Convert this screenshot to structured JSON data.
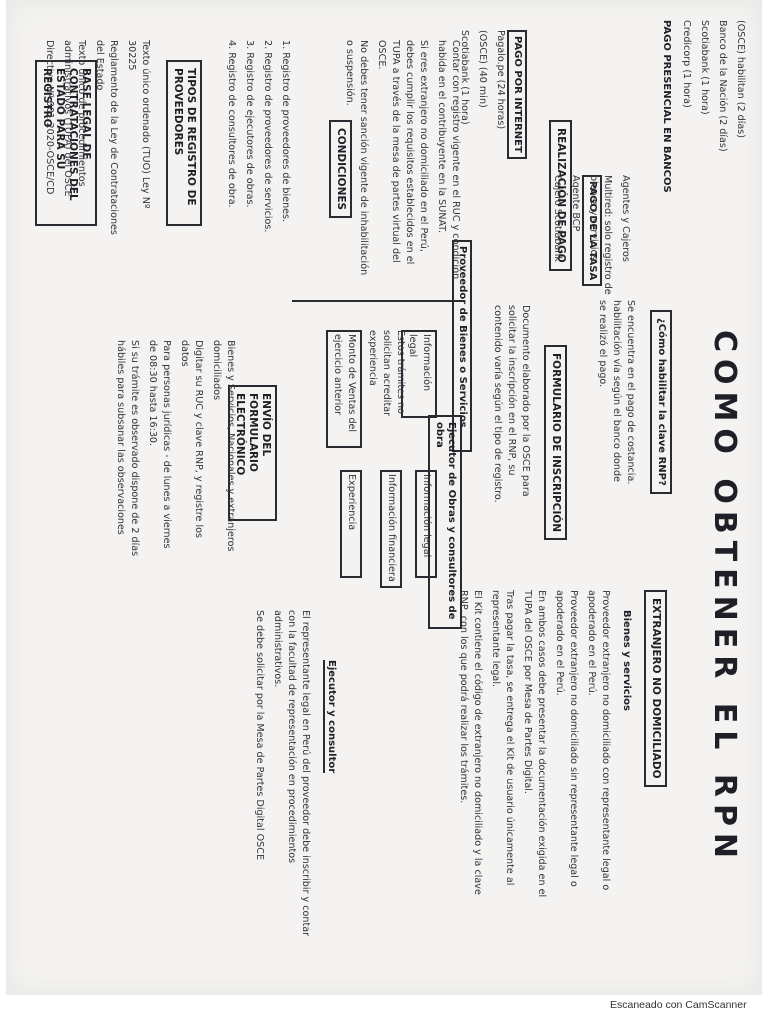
{
  "title": "COMO OBTENER EL RPN",
  "clave": {
    "header": "¿Cómo habilitar la clave RNP?",
    "text": "Se encuentra en el pago de costancia. habilitación vía según el banco donde se realizó el pago."
  },
  "formulario": {
    "header": "FORMULARIO DE INSCRIPCIÓN",
    "text": "Documento elaborado por la OSCE para solicitar la inscripción en el RNP, su contenido varía según el tipo de registro."
  },
  "proveedor": {
    "label": "Proveedor de Bienes o Servicios",
    "items": [
      "Información legal",
      "Estos trámites no solicitan acreditar experiencia",
      "Monto de Ventas del ejercicio anterior"
    ]
  },
  "ejecutor": {
    "label": "Ejecutor de Obras y consultores de obra",
    "items": [
      "Información legal",
      "Información financiera",
      "Experiencia"
    ]
  },
  "envio": {
    "header": "ENVÍO DEL FORMULARIO ELECTRÓNICO",
    "items": [
      "Bienes y Servicios, Nacionales y extranjeros domiciliados",
      "Digitar su RUC y clave RNP, y registre los datos",
      "Para personas jurídicas - de lunes a viernes de 08:30 hasta 16:30.",
      "Si su trámite es observado dispone de 2 días hábiles para subsanar las observaciones"
    ]
  },
  "marco": {
    "header": "BASE LEGAL DE CONTRATACIONES DEL ESTADO PARA SU REGISTRO",
    "items": [
      "Texto único ordenado (TUO) Ley Nº 30225",
      "Reglamento de la Ley de Contrataciones del Estado",
      "Texto único de procedimientos administrativos (TUPA) del OSCE",
      "Directiva Nº 001-2020-OSCE/CD"
    ]
  },
  "tipos": {
    "header": "TIPOS DE REGISTRO DE PROVEEDORES",
    "items": [
      "1. Registro de proveedores de bienes.",
      "2. Registro de proveedores de servicios.",
      "3. Registro de ejecutores de obras.",
      "4. Registro de consultores de obra."
    ]
  },
  "condiciones": {
    "header": "CONDICIONES",
    "items": [
      "Contar con registro vigente en el RUC y condición habida en el contribuyente en la SUNAT.",
      "Si eres extranjero no domiciliado en el Perú, debes cumplir los requisitos establecidos en el TUPA a través de la mesa de partes virtual del OSCE.",
      "No debes tener sanción vigente de inhabilitación o suspensión."
    ]
  },
  "realizacion": {
    "header": "REALIZACIÓN DE PAGO",
    "pago_por": "PAGO POR INTERNET",
    "items_internet": [
      "Pagalo.pe (24 horas)",
      "(OSCE) (40 min)",
      "Scotiabank (1 hora)"
    ],
    "pago_tasa": "PAGO DE LA TASA",
    "items_tasa": [
      "Agentes y Cajeros",
      "Multired: solo registro de bienes y servicios",
      "Agente BCP",
      "Cajero Scotiabank"
    ],
    "pago_presencial": "PAGO PRESENCIAL EN BANCOS",
    "items_presencial": [
      "(OSCE) habilitan (2 días)",
      "Banco de la Nación (2 días)",
      "Scotiabank (1 hora)",
      "Credicorp (1 hora)"
    ]
  },
  "extranjero": {
    "header": "Extranjero no domiciliado",
    "sub": "Bienes y servicios",
    "items": [
      "Proveedor extranjero no domiciliado con representante legal o apoderado en el Perú.",
      "Proveedor extranjero no domiciliado sin representante legal o apoderado en el Perú.",
      "En ambos casos debe presentar la documentación exigida en el TUPA del OSCE por Mesa de Partes Digital.",
      "Tras pagar la tasa, se entrega el Kit de usuario únicamente al representante legal.",
      "El Kit contiene el código de extranjero no domiciliado y la clave RNP, con los que podrá realizar los trámites."
    ],
    "ejecutor_header": "Ejecutor y consultor",
    "ejecutor_items": [
      "El representante legal en Perú del proveedor debe inscribir y contar con la facultad de representación en procedimientos administrativos.",
      "Se debe solicitar por la Mesa de Partes Digital OSCE"
    ]
  },
  "footer": "Escaneado con CamScanner"
}
